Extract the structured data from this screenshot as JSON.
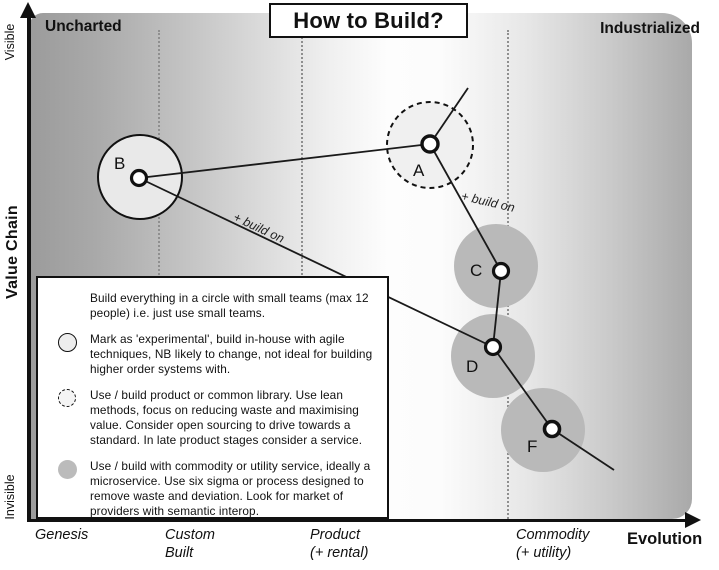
{
  "title": "How to Build?",
  "axes": {
    "y_label": "Value Chain",
    "y_top": "Visible",
    "y_bottom": "Invisible",
    "x_label": "Evolution",
    "region_left": "Uncharted",
    "region_right": "Industrialized",
    "stages": [
      {
        "line1": "Genesis",
        "line2": ""
      },
      {
        "line1": "Custom",
        "line2": "Built"
      },
      {
        "line1": "Product",
        "line2": "(+ rental)"
      },
      {
        "line1": "Commodity",
        "line2": "(+ utility)"
      }
    ]
  },
  "nodes": [
    {
      "label": "B",
      "type": "experimental"
    },
    {
      "label": "A",
      "type": "product-or-common-library"
    },
    {
      "label": "C",
      "type": "commodity-or-utility"
    },
    {
      "label": "D",
      "type": "commodity-or-utility"
    },
    {
      "label": "F",
      "type": "commodity-or-utility"
    }
  ],
  "edge_labels": {
    "build_on_1": "+ build on",
    "build_on_2": "+ build on"
  },
  "legend": {
    "items": [
      {
        "icon": "none",
        "text": "Build everything in a circle with small teams (max 12 people) i.e. just use small teams."
      },
      {
        "icon": "experimental-circle",
        "text": "Mark as 'experimental', build in-house with agile techniques, NB likely to change, not ideal for building higher order systems with."
      },
      {
        "icon": "dashed-circle",
        "text": "Use / build product or common library. Use lean methods, focus on reducing waste and maximising value. Consider open sourcing to drive towards a standard. In late product stages consider a service."
      },
      {
        "icon": "commodity-circle",
        "text": "Use / build with commodity or utility service, ideally a microservice. Use six sigma or process designed to remove waste and deviation. Look for market of providers with semantic interop."
      }
    ]
  },
  "colors": {
    "line": "#1a1a1a",
    "commodity_circle": "#b9b9b9",
    "experimental_fill": "#e9e9e9",
    "dashed_fill": "#f0f0f0",
    "gradient_left": "#9b9b9b",
    "gradient_center": "#fdfdfd",
    "gradient_right": "#a9a9a9"
  }
}
